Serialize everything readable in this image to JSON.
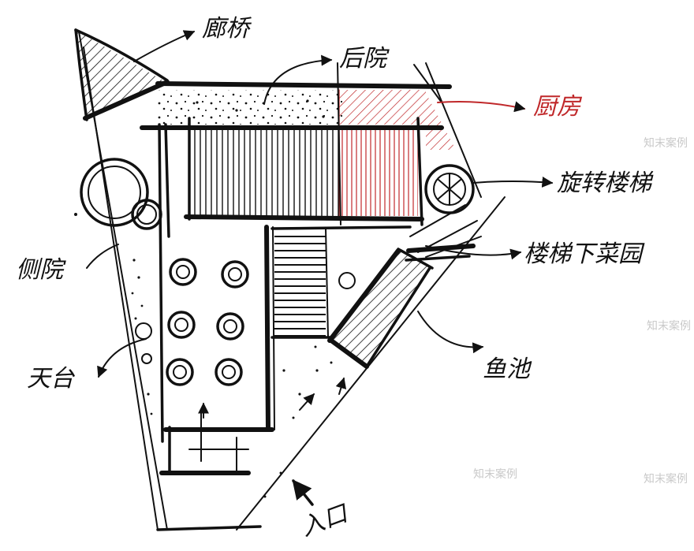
{
  "labels": {
    "corridor": "廊桥",
    "backyard": "后院",
    "kitchen": "厨房",
    "spiral_stair": "旋转楼梯",
    "under_stair_garden": "楼梯下菜园",
    "side_yard": "侧院",
    "terrace": "天台",
    "pool": "鱼池",
    "entrance": "入口"
  },
  "watermark": "知末案例",
  "colors": {
    "ink": "#111111",
    "accent": "#c0282a",
    "paper": "#ffffff"
  }
}
